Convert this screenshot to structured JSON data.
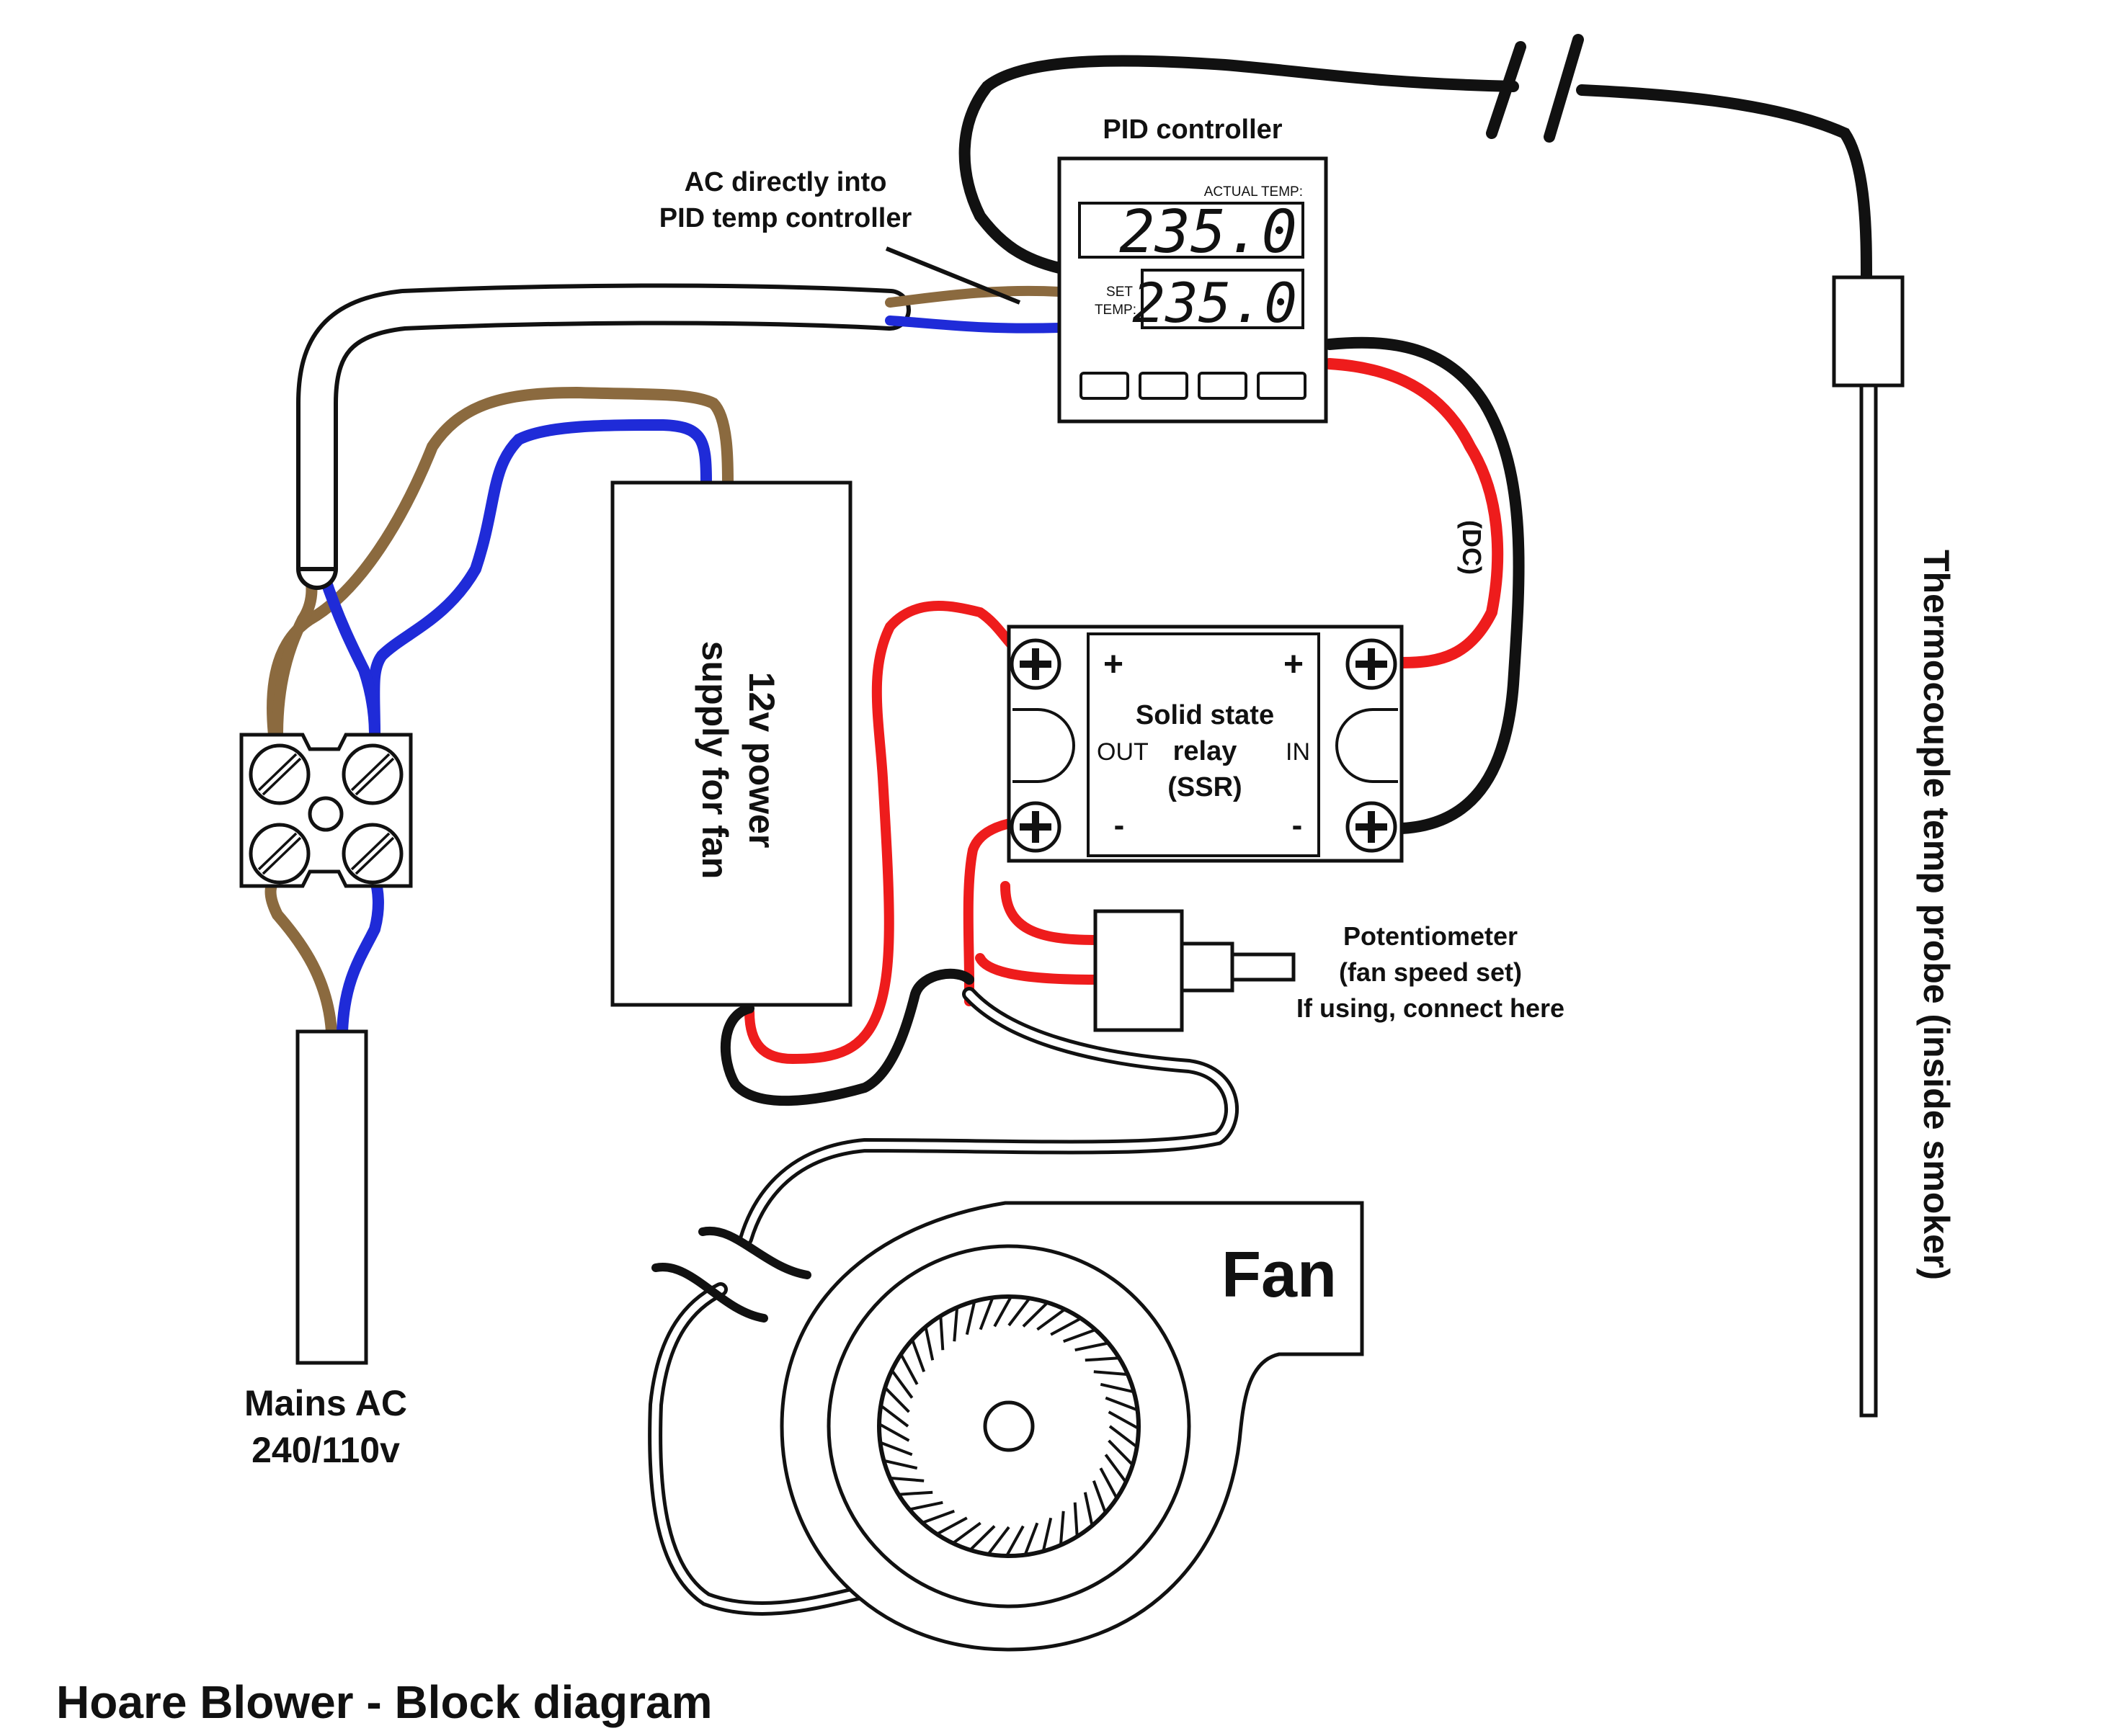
{
  "title": "Hoare Blower - Block diagram",
  "labels": {
    "pid_title": "PID controller",
    "ac_note_line1": "AC directly into",
    "ac_note_line2": "PID temp controller",
    "psu_line1": "12v power",
    "psu_line2": "supply for fan",
    "ssr_line1": "Solid state",
    "ssr_line2": "relay",
    "ssr_line3": "(SSR)",
    "ssr_out": "OUT",
    "ssr_in": "IN",
    "ssr_plus": "+",
    "ssr_minus": "-",
    "dc": "(DC)",
    "pot_line1": "Potentiometer",
    "pot_line2": "(fan speed set)",
    "pot_line3": "If using, connect here",
    "mains_line1": "Mains AC",
    "mains_line2": "240/110v",
    "fan": "Fan",
    "probe": "Thermocouple temp probe (inside smoker)"
  },
  "pid_display": {
    "actual_label": "ACTUAL TEMP:",
    "actual_value": "235.0",
    "set_label_line1": "SET",
    "set_label_line2": "TEMP:",
    "set_value": "235.0"
  },
  "wire_colors": {
    "live": "#8b6a3f",
    "neutral": "#1f2bd8",
    "dc_positive": "#ee1c1c",
    "dc_negative": "#111111",
    "sheath": "#ffffff"
  }
}
